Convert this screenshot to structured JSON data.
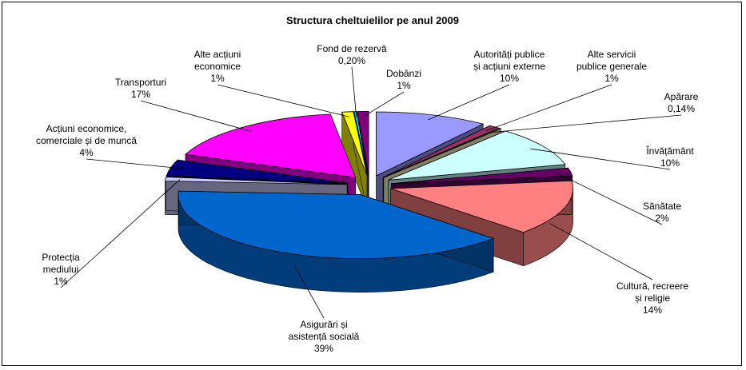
{
  "chart_data": {
    "type": "pie",
    "title": "Structura cheltuielilor pe anul 2009",
    "categories": [
      "Autorități publice și acțiuni externe",
      "Alte servicii publice generale",
      "Apărare",
      "Învățământ",
      "Sănătate",
      "Cultură, recreere și religie",
      "Asigurări și asistență socială",
      "Protecția mediului",
      "Acțiuni economice, comerciale și de muncă",
      "Transporturi",
      "Alte acțiuni economice",
      "Fond de rezervă",
      "Dobânzi"
    ],
    "values": [
      10,
      1,
      0.14,
      10,
      2,
      14,
      39,
      1,
      4,
      17,
      1,
      0.2,
      1
    ],
    "value_labels": [
      "10%",
      "1%",
      "0,14%",
      "10%",
      "2%",
      "14%",
      "39%",
      "1%",
      "4%",
      "17%",
      "1%",
      "0,20%",
      "1%"
    ],
    "label_lines": [
      [
        "Autorități publice",
        "și acțiuni externe"
      ],
      [
        "Alte servicii",
        "publice generale"
      ],
      [
        "Apărare"
      ],
      [
        "Învățământ"
      ],
      [
        "Sănătate"
      ],
      [
        "Cultură, recreere",
        "și religie"
      ],
      [
        "Asigurări și",
        "asistență socială"
      ],
      [
        "Protecția",
        "mediului"
      ],
      [
        "Acțiuni economice,",
        "comerciale și de muncă"
      ],
      [
        "Transporturi"
      ],
      [
        "Alte acțiuni",
        "economice"
      ],
      [
        "Fond de rezervă"
      ],
      [
        "Dobânzi"
      ]
    ],
    "colors": [
      "#9999ff",
      "#993366",
      "#ffffcc",
      "#ccffff",
      "#660066",
      "#ff8080",
      "#0066cc",
      "#ccccff",
      "#000080",
      "#ff00ff",
      "#ffff00",
      "#00ffff",
      "#800080"
    ],
    "legend": "none"
  }
}
